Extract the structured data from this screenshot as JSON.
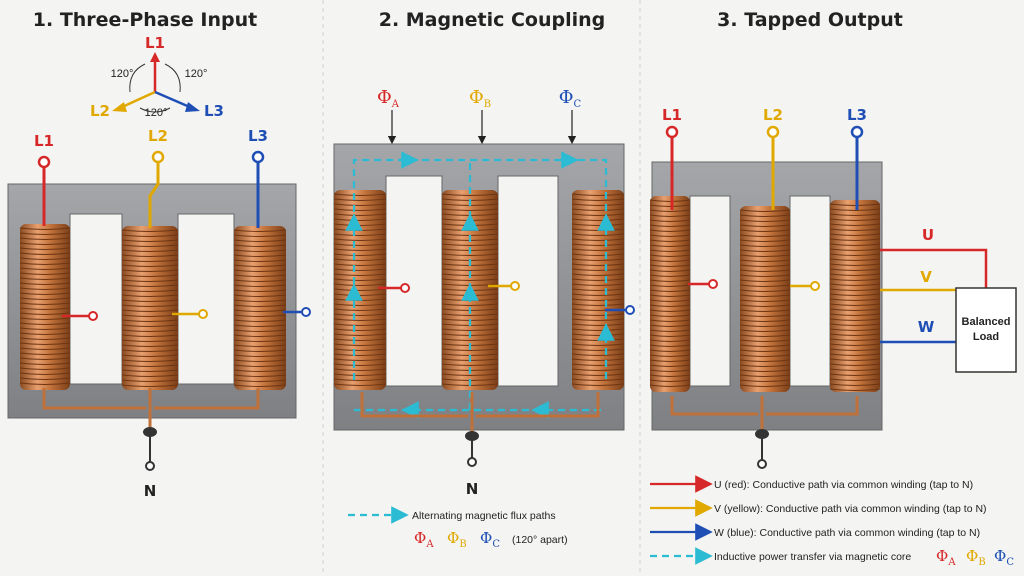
{
  "panels": [
    {
      "title": "1. Three-Phase Input"
    },
    {
      "title": "2. Magnetic Coupling"
    },
    {
      "title": "3. Tapped Output"
    }
  ],
  "phasor": {
    "l1": "L1",
    "l2": "L2",
    "l3": "L3",
    "angle_label": "120°"
  },
  "lines": {
    "l1": "L1",
    "l2": "L2",
    "l3": "L3",
    "neutral": "N"
  },
  "flux": {
    "symbol": "Φ",
    "a": "A",
    "b": "B",
    "c": "C"
  },
  "outputs": {
    "u": "U",
    "v": "V",
    "w": "W",
    "load_line1": "Balanced",
    "load_line2": "Load"
  },
  "legend_mid": {
    "flux_text": "Alternating magnetic flux paths",
    "apart_text": "(120° apart)"
  },
  "legend_right": [
    {
      "text": "U (red):  Conductive path via common winding (tap to N)",
      "color": "#d62828"
    },
    {
      "text": "V (yellow):  Conductive path via common winding (tap to N)",
      "color": "#e0a800"
    },
    {
      "text": "W (blue):  Conductive path via common winding (tap to N)",
      "color": "#1f4fb5"
    },
    {
      "text": "Inductive power transfer via magnetic core",
      "color": "#2bbcd4"
    }
  ],
  "colors": {
    "red": "#d62828",
    "yellow": "#e0a800",
    "blue": "#1f4fb5",
    "cyan": "#2bbcd4",
    "copper": "#c0713a",
    "core": "#8e9094"
  }
}
